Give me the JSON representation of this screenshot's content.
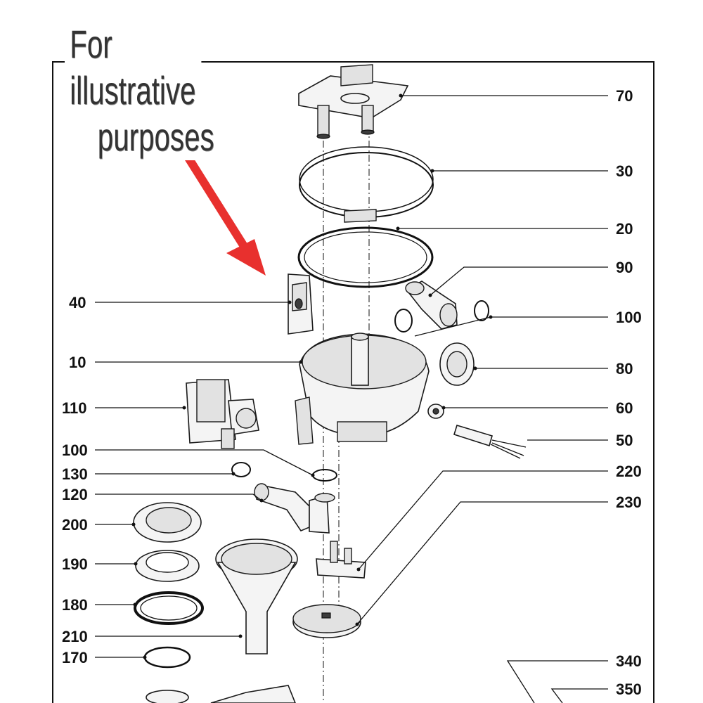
{
  "caption": {
    "line1": "For illustrative",
    "line2": "purposes"
  },
  "callouts": {
    "p70": "70",
    "p30": "30",
    "p20": "20",
    "p90": "90",
    "p100a": "100",
    "p40": "40",
    "p10": "10",
    "p80": "80",
    "p110": "110",
    "p60": "60",
    "p50": "50",
    "p100b": "100",
    "p130": "130",
    "p220": "220",
    "p120": "120",
    "p230": "230",
    "p200": "200",
    "p190": "190",
    "p180": "180",
    "p210": "210",
    "p170": "170",
    "p340": "340",
    "p350": "350"
  },
  "colors": {
    "arrow": "#e8302e",
    "ink": "#111111"
  },
  "icons": {
    "pointer": "red-arrow-icon"
  }
}
